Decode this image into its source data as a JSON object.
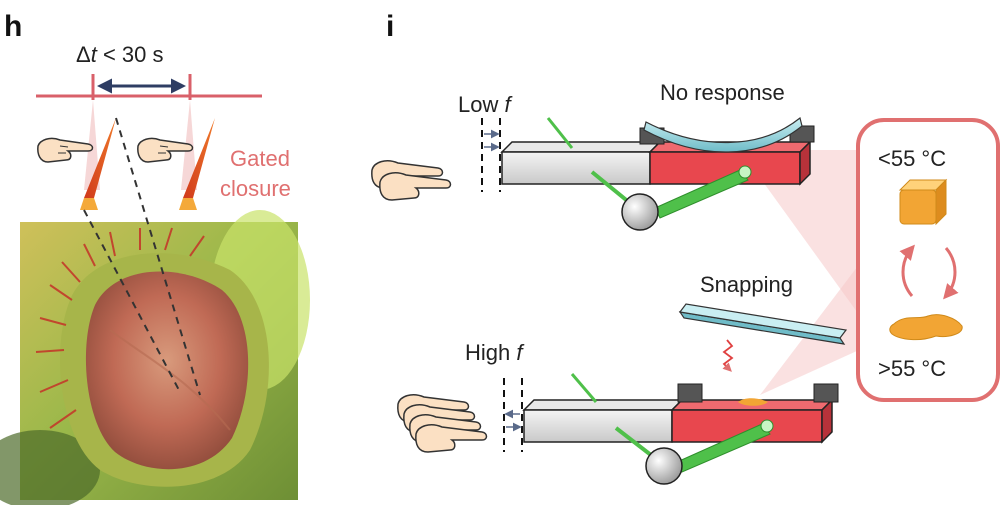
{
  "panel_h": {
    "letter": "h",
    "interval_prefix": "Δ",
    "interval_var": "t",
    "interval_rest": " < 30 s",
    "gated_line1": "Gated",
    "gated_line2": "closure",
    "photo_subject": "venus-flytrap-photo"
  },
  "panel_i": {
    "letter": "i",
    "low_prefix": "Low ",
    "low_var": "f",
    "high_prefix": "High ",
    "high_var": "f",
    "no_response": "No response",
    "snapping": "Snapping",
    "below_temp": "<55 °C",
    "above_temp": ">55 °C"
  },
  "colors": {
    "accent_red": "#e07070",
    "ruler_red": "#d9606a",
    "block_red": "#e8474e",
    "beam_blue": "#9fd8e0",
    "laser_green": "#4fc04a",
    "wax_orange": "#f2a534",
    "arrow_navy": "#2e3d63"
  }
}
